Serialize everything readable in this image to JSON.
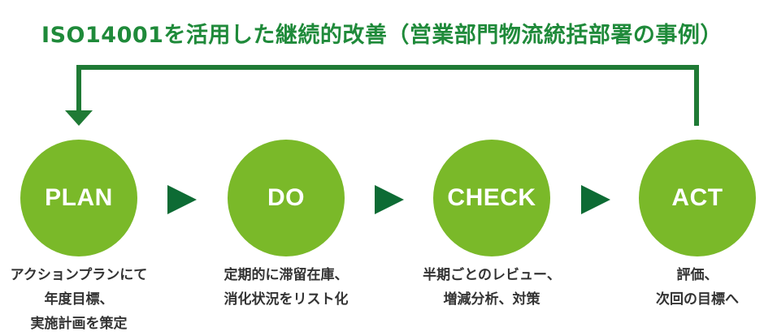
{
  "title": "ISO14001を活用した継続的改善（営業部門物流統括部署の事例）",
  "colors": {
    "title": "#1f8a3a",
    "arrow": "#1f7a35",
    "circle": "#7ab929",
    "triangle": "#0d6b34",
    "caption": "#333333"
  },
  "steps": [
    {
      "label": "PLAN",
      "caption": [
        "アクションプランにて",
        "年度目標、",
        "実施計画を策定"
      ]
    },
    {
      "label": "DO",
      "caption": [
        "定期的に滞留在庫、",
        "消化状況をリスト化"
      ]
    },
    {
      "label": "CHECK",
      "caption": [
        "半期ごとのレビュー、",
        "増減分析、対策"
      ]
    },
    {
      "label": "ACT",
      "caption": [
        "評価、",
        "次回の目標へ"
      ]
    }
  ]
}
